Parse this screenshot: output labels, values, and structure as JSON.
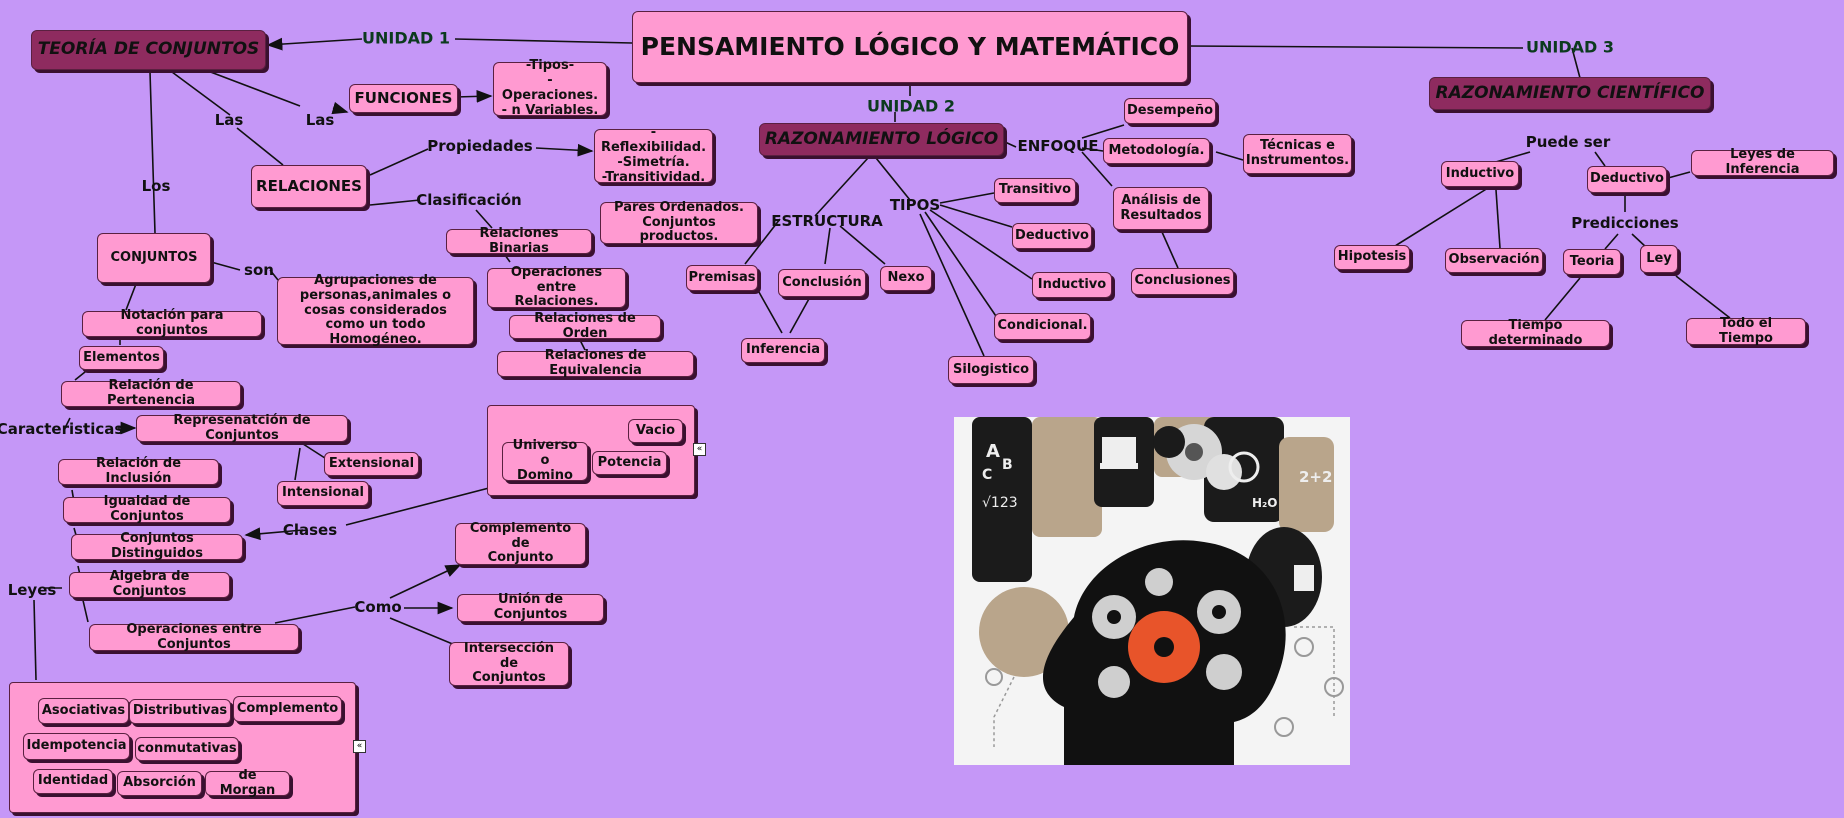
{
  "title": "PENSAMIENTO LÓGICO Y MATEMÁTICO",
  "units": {
    "u1": "UNIDAD 1",
    "u2": "UNIDAD 2",
    "u3": "UNIDAD 3"
  },
  "u1": {
    "teoria": "TEORÍA DE CONJUNTOS",
    "links": {
      "las1": "Las",
      "las2": "Las",
      "los": "Los",
      "son": "son",
      "propiedades": "Propiedades",
      "clasificacion": "Clasificación",
      "caracteristicas": "Caracteristicas",
      "clases": "Clases",
      "leyes": "Leyes",
      "como": "Como"
    },
    "funciones": "FUNCIONES",
    "funciones_detalle": "-Tipos-\n- Operaciones.\n- n Variables.",
    "relaciones": "RELACIONES",
    "propiedades_detalle": "-Reflexibilidad.\n-Simetría.\n-Transitividad.",
    "pares": "Pares Ordenados.\nConjuntos productos.",
    "binarias": "Relaciones Binarias",
    "op_relaciones": "Operaciones entre\nRelaciones.",
    "orden": "Relaciones de Orden",
    "equivalencia": "Relaciones de Equivalencia",
    "conjuntos": "CONJUNTOS",
    "agrupaciones": "Agrupaciones  de\npersonas,animales o\ncosas considerados\ncomo un todo Homogéneo.",
    "notacion": "Notación para conjuntos",
    "elementos": "Elementos",
    "pertenencia": "Relación de Pertenencia",
    "representacion": "Represenatción de Conjuntos",
    "extensional": "Extensional",
    "intensional": "Intensional",
    "inclusion": "Relación de Inclusión",
    "igualdad": "Igualdad de Conjuntos",
    "distinguidos": "Conjuntos Distinguidos",
    "algebra": "Algebra de Conjuntos",
    "operaciones": "Operaciones entre Conjuntos",
    "vacio": "Vacio",
    "universo": "Universo o\nDomino",
    "potencia": "Potencia",
    "complemento_de": "Complemento de\nConjunto",
    "union": "Unión de Conjuntos",
    "interseccion": "Intersección de\nConjuntos",
    "leyes_items": [
      "Asociativas",
      "Distributivas",
      "Complemento",
      "Idempotencia",
      "conmutativas",
      "Identidad",
      "Absorción",
      "de Morgan"
    ]
  },
  "u2": {
    "razonamiento": "RAZONAMIENTO LÓGICO",
    "estructura": "ESTRUCTURA",
    "tipos": "TIPOS",
    "enfoque": "ENFOQUE",
    "premisas": "Premisas",
    "conclusion": "Conclusión",
    "nexo": "Nexo",
    "inferencia": "Inferencia",
    "transitivo": "Transitivo",
    "deductivo": "Deductivo",
    "inductivo": "Inductivo",
    "condicional": "Condicional.",
    "silogistico": "Silogistico",
    "desempeno": "Desempeño",
    "metodologia": "Metodología.",
    "tecnicas": "Técnicas e\nInstrumentos.",
    "analisis": "Análisis de\nResultados",
    "conclusiones": "Conclusiones"
  },
  "u3": {
    "razonamiento": "RAZONAMIENTO CIENTÍFICO",
    "puede_ser": "Puede ser",
    "inductivo": "Inductivo",
    "deductivo": "Deductivo",
    "leyes_inferencia": "Leyes de Inferencia",
    "predicciones": "Predicciones",
    "hipotesis": "Hipotesis",
    "observacion": "Observación",
    "teoria": "Teoria",
    "ley": "Ley",
    "tiempo_det": "Tiempo determinado",
    "todo_tiempo": "Todo el Tiempo"
  },
  "picture": {
    "glyphs": [
      "A",
      "B",
      "C",
      "√123",
      "2+2",
      "H₂O"
    ]
  },
  "colors": {
    "background": "#c597f7",
    "node": "#ff9ad1",
    "dark_node": "#8e2b5f"
  }
}
